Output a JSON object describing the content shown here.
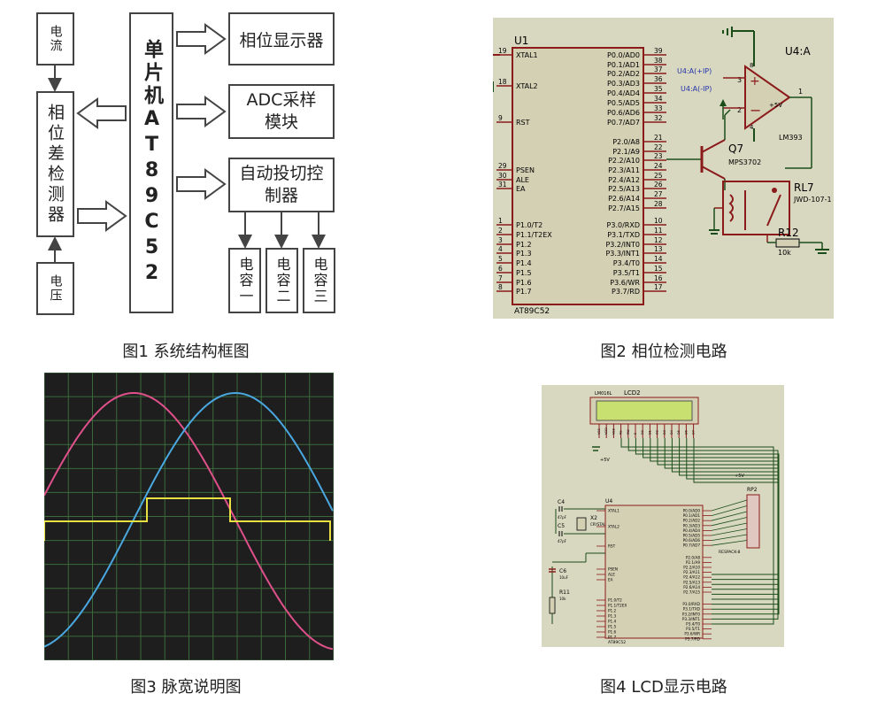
{
  "fig1": {
    "caption": "图1  系统结构框图",
    "current": "电流",
    "detector": "相位差检测器",
    "voltage": "电压",
    "mcu": "单片机AT89C52",
    "phase_display": "相位显示器",
    "adc_line1": "ADC采样",
    "adc_line2": "模块",
    "switch_line1": "自动投切控",
    "switch_line2": "制器",
    "cap1": "电容一",
    "cap2": "电容二",
    "cap3": "电容三"
  },
  "fig2": {
    "caption": "图2  相位检测电路",
    "u1": "U1",
    "u1_name": "AT89C52",
    "left_pins": [
      {
        "num": "19",
        "name": "XTAL1"
      },
      {
        "num": "18",
        "name": "XTAL2"
      },
      {
        "num": "9",
        "name": "RST"
      },
      {
        "num": "29",
        "name": "PSEN"
      },
      {
        "num": "30",
        "name": "ALE"
      },
      {
        "num": "31",
        "name": "EA"
      },
      {
        "num": "1",
        "name": "P1.0/T2"
      },
      {
        "num": "2",
        "name": "P1.1/T2EX"
      },
      {
        "num": "3",
        "name": "P1.2"
      },
      {
        "num": "4",
        "name": "P1.3"
      },
      {
        "num": "5",
        "name": "P1.4"
      },
      {
        "num": "6",
        "name": "P1.5"
      },
      {
        "num": "7",
        "name": "P1.6"
      },
      {
        "num": "8",
        "name": "P1.7"
      }
    ],
    "right_pins": [
      {
        "num": "39",
        "name": "P0.0/AD0"
      },
      {
        "num": "38",
        "name": "P0.1/AD1"
      },
      {
        "num": "37",
        "name": "P0.2/AD2"
      },
      {
        "num": "36",
        "name": "P0.3/AD3"
      },
      {
        "num": "35",
        "name": "P0.4/AD4"
      },
      {
        "num": "34",
        "name": "P0.5/AD5"
      },
      {
        "num": "33",
        "name": "P0.6/AD6"
      },
      {
        "num": "32",
        "name": "P0.7/AD7"
      },
      {
        "num": "21",
        "name": "P2.0/A8"
      },
      {
        "num": "22",
        "name": "P2.1/A9"
      },
      {
        "num": "23",
        "name": "P2.2/A10"
      },
      {
        "num": "24",
        "name": "P2.3/A11"
      },
      {
        "num": "25",
        "name": "P2.4/A12"
      },
      {
        "num": "26",
        "name": "P2.5/A13"
      },
      {
        "num": "27",
        "name": "P2.6/A14"
      },
      {
        "num": "28",
        "name": "P2.7/A15"
      },
      {
        "num": "10",
        "name": "P3.0/RXD"
      },
      {
        "num": "11",
        "name": "P3.1/TXD"
      },
      {
        "num": "12",
        "name": "P3.2/INT0"
      },
      {
        "num": "13",
        "name": "P3.3/INT1"
      },
      {
        "num": "14",
        "name": "P3.4/T0"
      },
      {
        "num": "15",
        "name": "P3.5/T1"
      },
      {
        "num": "16",
        "name": "P3.6/WR"
      },
      {
        "num": "17",
        "name": "P3.7/RD"
      }
    ],
    "u4a": "U4:A",
    "u4_pos": "U4:A(+IP)",
    "u4_neg": "U4:A(-IP)",
    "pin3": "3",
    "pin2": "2",
    "pin8": "8",
    "pin4": "4",
    "pin1": "1",
    "plus5v": "+5V",
    "lm393": "LM393",
    "q7": "Q7",
    "q7_part": "MPS3702",
    "rl7": "RL7",
    "rl7_part": "JWD-107-1",
    "r12": "R12",
    "r12_val": "10k"
  },
  "fig3": {
    "caption": "图3  脉宽说明图"
  },
  "fig4": {
    "caption": "图4  LCD显示电路",
    "lcd_part": "LM016L",
    "lcd_name": "LCD2",
    "lcd_pins": [
      "VSS",
      "VDD",
      "VEE",
      "RS",
      "RW",
      "E",
      "D0",
      "D1",
      "D2",
      "D3",
      "D4",
      "D5",
      "D6",
      "D7"
    ],
    "plus5v": "+5V",
    "u4": "U4",
    "u4_name": "AT89C52",
    "c4": "C4",
    "c4_val": "47pF",
    "c5": "C5",
    "c5_val": "47pF",
    "x2": "X2",
    "x2_val": "CRYSTAL",
    "c6": "C6",
    "c6_val": "10uF",
    "r11": "R11",
    "r11_val": "10k",
    "rp2": "RP2",
    "rp2_part": "RESPACK-8",
    "left_pins": [
      "XTAL1",
      "XTAL2",
      "RST",
      "PSEN",
      "ALE",
      "EA",
      "P1.0/T2",
      "P1.1/T2EX",
      "P1.2",
      "P1.3",
      "P1.4",
      "P1.5",
      "P1.6",
      "P1.7"
    ],
    "right_pins": [
      "P0.0/AD0",
      "P0.1/AD1",
      "P0.2/AD2",
      "P0.3/AD3",
      "P0.4/AD4",
      "P0.5/AD5",
      "P0.6/AD6",
      "P0.7/AD7",
      "P2.0/A8",
      "P2.1/A9",
      "P2.2/A10",
      "P2.3/A11",
      "P2.4/A12",
      "P2.5/A13",
      "P2.6/A14",
      "P2.7/A15",
      "P3.0/RXD",
      "P3.1/TXD",
      "P3.2/INT0",
      "P3.3/INT1",
      "P3.4/T0",
      "P3.5/T1",
      "P3.6/WR",
      "P3.7/RD"
    ]
  },
  "colors": {
    "schematic_bg": "#d8d8c0",
    "schematic_line": "#8b1a1a",
    "wire": "#1a4d1a",
    "scope_bg": "#1e1e1e",
    "grid": "#3a6a3a",
    "red_wave": "#e0508a",
    "blue_wave": "#4aa8e0",
    "yellow_wave": "#e8e040",
    "lcd_green": "#c8e070"
  }
}
